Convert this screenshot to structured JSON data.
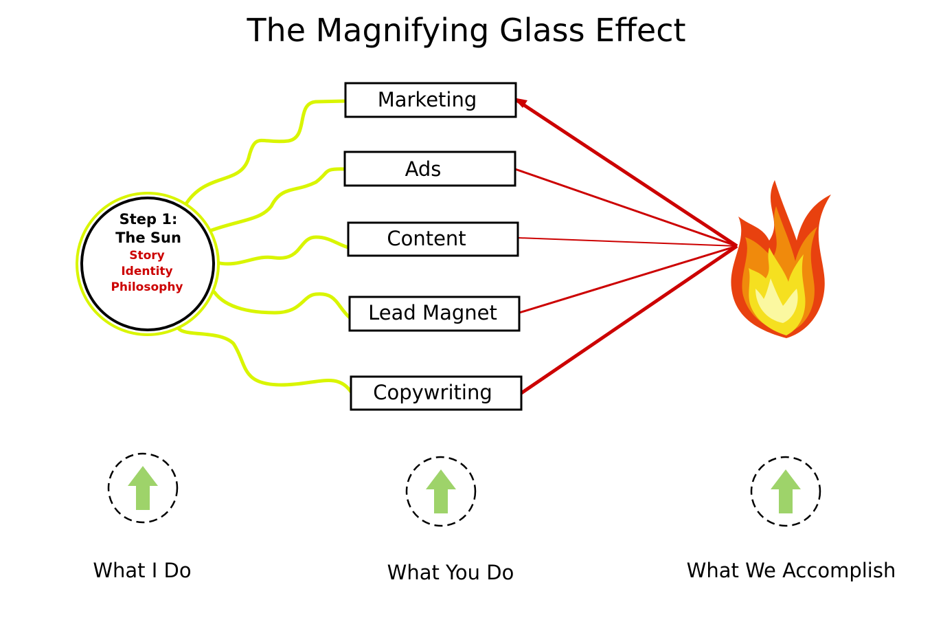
{
  "title": "The Magnifying Glass Effect",
  "sun": {
    "line1": "Step 1:",
    "line2": "The Sun",
    "items": [
      "Story",
      "Identity",
      "Philosophy"
    ]
  },
  "boxes": [
    "Marketing",
    "Ads",
    "Content",
    "Lead Magnet",
    "Copywriting"
  ],
  "captions": [
    "What I Do",
    "What You Do",
    "What We Accomplish"
  ],
  "colors": {
    "rays": "#cc0000",
    "waves": "#d9f500",
    "arrow": "#9ed36a"
  }
}
